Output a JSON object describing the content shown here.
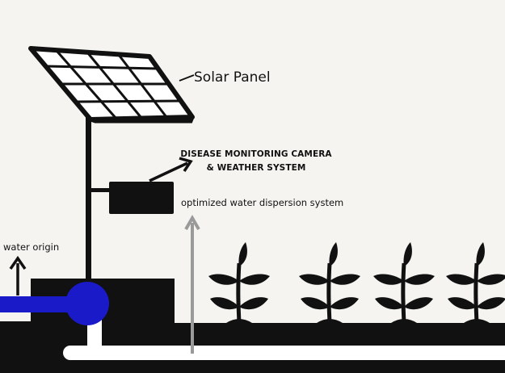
{
  "diagram": {
    "labels": {
      "solar_panel": "Solar Panel",
      "camera_line1": "DISEASE MONITORING CAMERA",
      "camera_line2": "& WEATHER SYSTEM",
      "dispersion": "optimized water dispersion system",
      "water_origin": "water origin"
    },
    "colors": {
      "background": "#f5f4f0",
      "structure": "#111111",
      "water_pipe": "#1a1ac8",
      "dispersion_arrow": "#9a9a9a",
      "underground_pipe": "#ffffff"
    },
    "icons": [
      "solar-panel-icon",
      "camera-box-icon",
      "plant-icon",
      "water-pump-icon",
      "arrow-icon"
    ],
    "plant_count": 4
  }
}
